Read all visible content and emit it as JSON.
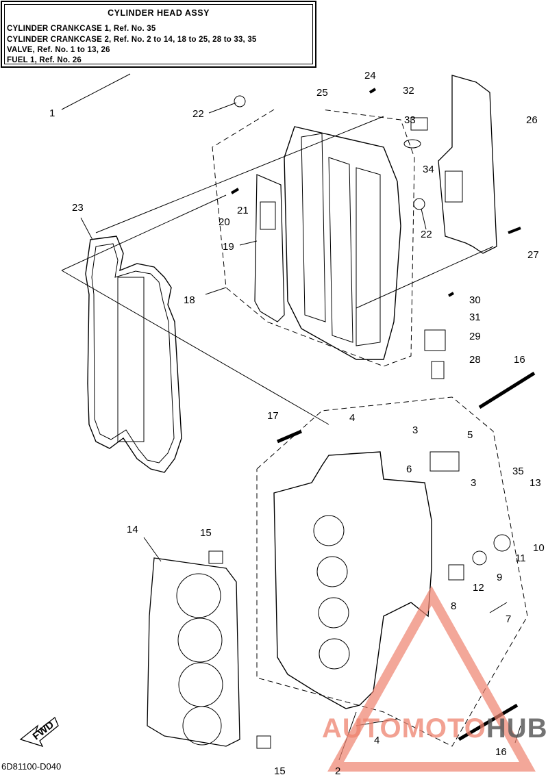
{
  "header": {
    "title": "CYLINDER HEAD ASSY",
    "lines": [
      "CYLINDER CRANKCASE 1,  Ref. No. 35",
      "CYLINDER CRANKCASE 2,  Ref. No. 2 to 14, 18 to 25, 28 to 33, 35",
      "VALVE,  Ref. No. 1 to 13, 26",
      "FUEL 1,  Ref. No. 26"
    ]
  },
  "callouts": [
    "1",
    "2",
    "3",
    "3",
    "4",
    "4",
    "5",
    "6",
    "7",
    "8",
    "9",
    "10",
    "11",
    "12",
    "13",
    "14",
    "15",
    "15",
    "16",
    "16",
    "17",
    "18",
    "19",
    "20",
    "21",
    "22",
    "22",
    "23",
    "24",
    "25",
    "26",
    "27",
    "28",
    "29",
    "30",
    "31",
    "32",
    "33",
    "34",
    "35"
  ],
  "fwd_label": "FWD",
  "diagram_code": "6D81100-D040",
  "watermark": {
    "auto": "AUTOMOTO",
    "hub": "HUB",
    "color": "#ee826e"
  }
}
